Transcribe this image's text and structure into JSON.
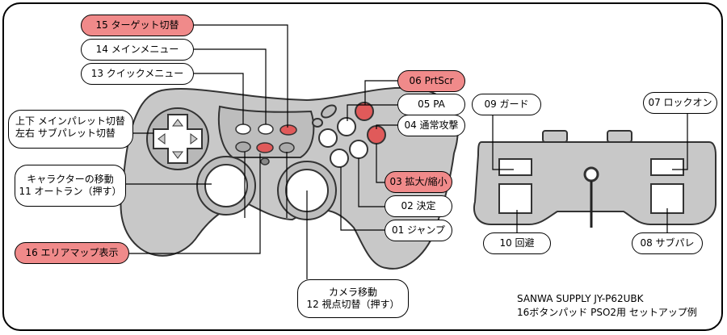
{
  "labels": {
    "l15": "15 ターゲット切替",
    "l14": "14 メインメニュー",
    "l13": "13 クイックメニュー",
    "l_dpad_1": "上下 メインパレット切替",
    "l_dpad_2": "左右 サブパレット切替",
    "l_lstick_1": "キャラクターの移動",
    "l_lstick_2": "11 オートラン（押す）",
    "l16": "16 エリアマップ表示",
    "l_rstick_1": "カメラ移動",
    "l_rstick_2": "12 視点切替（押す）",
    "l06": "06 PrtScr",
    "l05": "05 PA",
    "l04": "04 通常攻撃",
    "l03": "03 拡大/縮小",
    "l02": "02 決定",
    "l01": "01 ジャンプ",
    "l09": "09 ガード",
    "l07": "07 ロックオン",
    "l10": "10 回避",
    "l08": "08 サブパレ"
  },
  "caption": {
    "line1": "SANWA SUPPLY JY-P62UBK",
    "line2": "16ボタンパッド PSO2用 セットアップ例"
  },
  "colors": {
    "highlight": "#f08a8a",
    "body": "#c8c8c8",
    "outline": "#333333"
  }
}
